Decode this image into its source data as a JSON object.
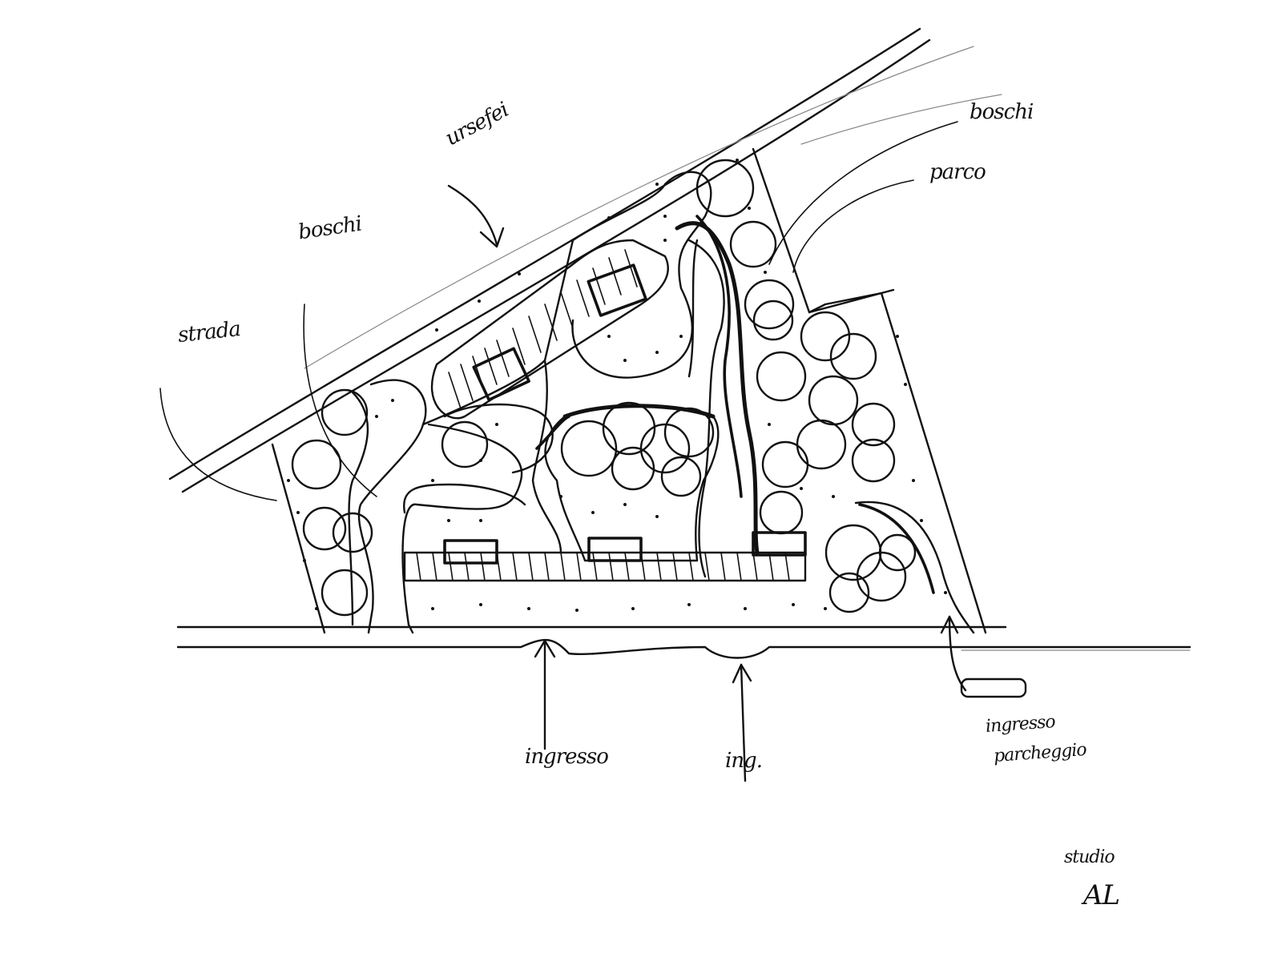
{
  "labels": {
    "top_arrow": "ursefei",
    "bosco_left": "boschi",
    "strada_left": "strada",
    "bosco_right": "boschi",
    "parco_right": "parco",
    "entry_left": "ingresso",
    "entry_mid": "ing.",
    "parking_line1": "ingresso",
    "parking_line2": "parcheggio",
    "signature_line1": "studio",
    "signature_line2": "AL"
  },
  "colors": {
    "ink": "#111111",
    "paper": "#ffffff"
  }
}
